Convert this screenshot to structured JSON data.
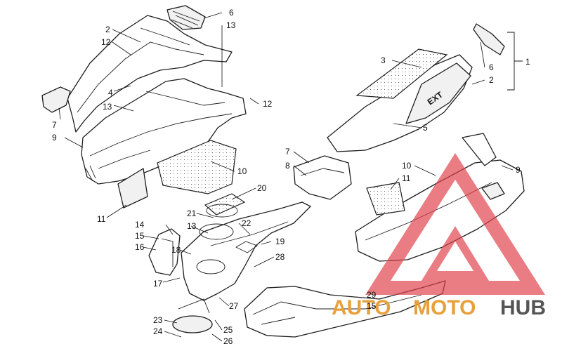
{
  "diagram": {
    "callouts": {
      "c1": "1",
      "c2a": "2",
      "c2b": "2",
      "c3": "3",
      "c4": "4",
      "c5": "5",
      "c6a": "6",
      "c6b": "6",
      "c7a": "7",
      "c7b": "7",
      "c8": "8",
      "c9a": "9",
      "c9b": "9",
      "c10a": "10",
      "c10b": "10",
      "c11a": "11",
      "c11b": "11",
      "c12a": "12",
      "c12b": "12",
      "c13a": "13",
      "c13b": "13",
      "c13c": "13",
      "c14": "14",
      "c15a": "15",
      "c15b": "15",
      "c16": "16",
      "c17": "17",
      "c18": "18",
      "c19": "19",
      "c20": "20",
      "c21": "21",
      "c22": "22",
      "c23": "23",
      "c24": "24",
      "c25": "25",
      "c26": "26",
      "c27": "27",
      "c28": "28",
      "c29": "29"
    },
    "decal_text": "EXT"
  },
  "watermark": {
    "part1": "AUTO",
    "part2": "MOTO",
    "part3": "HUB",
    "colors": {
      "auto": "#e8a03a",
      "moto": "#e8a03a",
      "hub": "#555555",
      "triangle": "#e0404a"
    }
  }
}
